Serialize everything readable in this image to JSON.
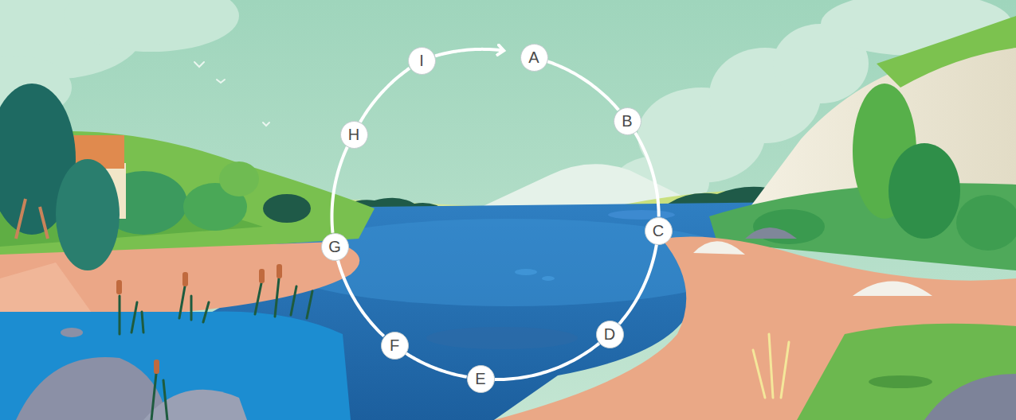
{
  "diagram": {
    "nodes": [
      {
        "text": [
          "A"
        ]
      },
      {
        "text": [
          "B"
        ]
      },
      {
        "text": [
          "C"
        ]
      },
      {
        "text": [
          "D"
        ]
      },
      {
        "text": [
          "E"
        ]
      },
      {
        "text": [
          "F"
        ]
      },
      {
        "text": [
          "G"
        ]
      },
      {
        "text": [
          "H"
        ]
      },
      {
        "text": [
          "I"
        ]
      }
    ],
    "edges": [
      {
        "from": 0,
        "to": 1,
        "arrow": "none"
      },
      {
        "from": 1,
        "to": 2,
        "arrow": "none"
      },
      {
        "from": 2,
        "to": 3,
        "arrow": "none"
      },
      {
        "from": 3,
        "to": 4,
        "arrow": "none"
      },
      {
        "from": 4,
        "to": 5,
        "arrow": "none"
      },
      {
        "from": 5,
        "to": 6,
        "arrow": "none"
      },
      {
        "from": 6,
        "to": 7,
        "arrow": "none"
      },
      {
        "from": 7,
        "to": 8,
        "arrow": "none"
      },
      {
        "from": 8,
        "to": 0,
        "arrow": "to"
      }
    ]
  }
}
